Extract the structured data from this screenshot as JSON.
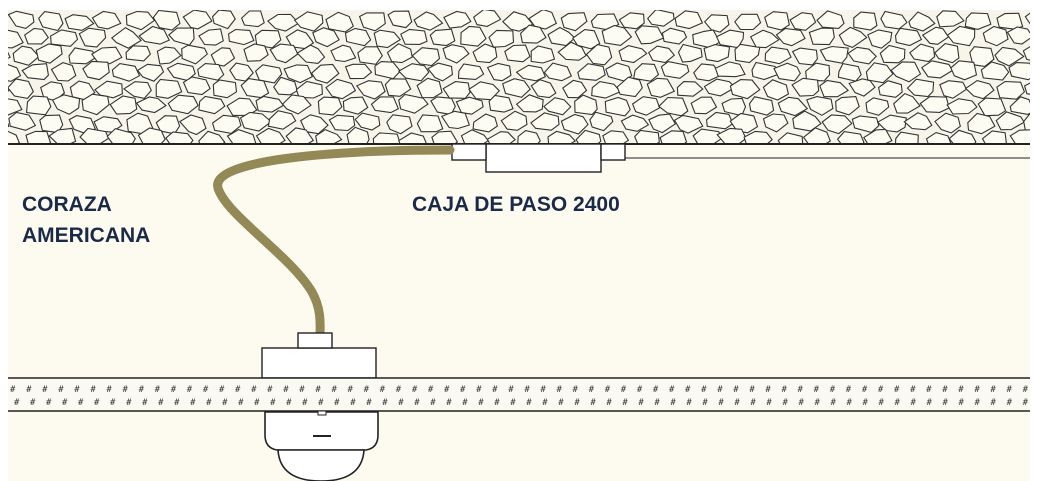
{
  "labels": {
    "conduit_line1": "CORAZA",
    "conduit_line2": "AMERICANA",
    "box": "CAJA DE PASO 2400"
  },
  "colors": {
    "wall": "#fdfbf0",
    "stone_fill": "#f7f5ea",
    "outline": "#222222",
    "conduit": "#928957",
    "label_text": "#1c2a4a",
    "ceiling_band": "#fbfaf2"
  },
  "ceiling_band_pattern": "# # # # # # # # # # # # # # # # # # # # # # # # # # # # # # # # # # # # # # # # # # # # # # # # # # # # # # # # # # # # # # # #"
}
